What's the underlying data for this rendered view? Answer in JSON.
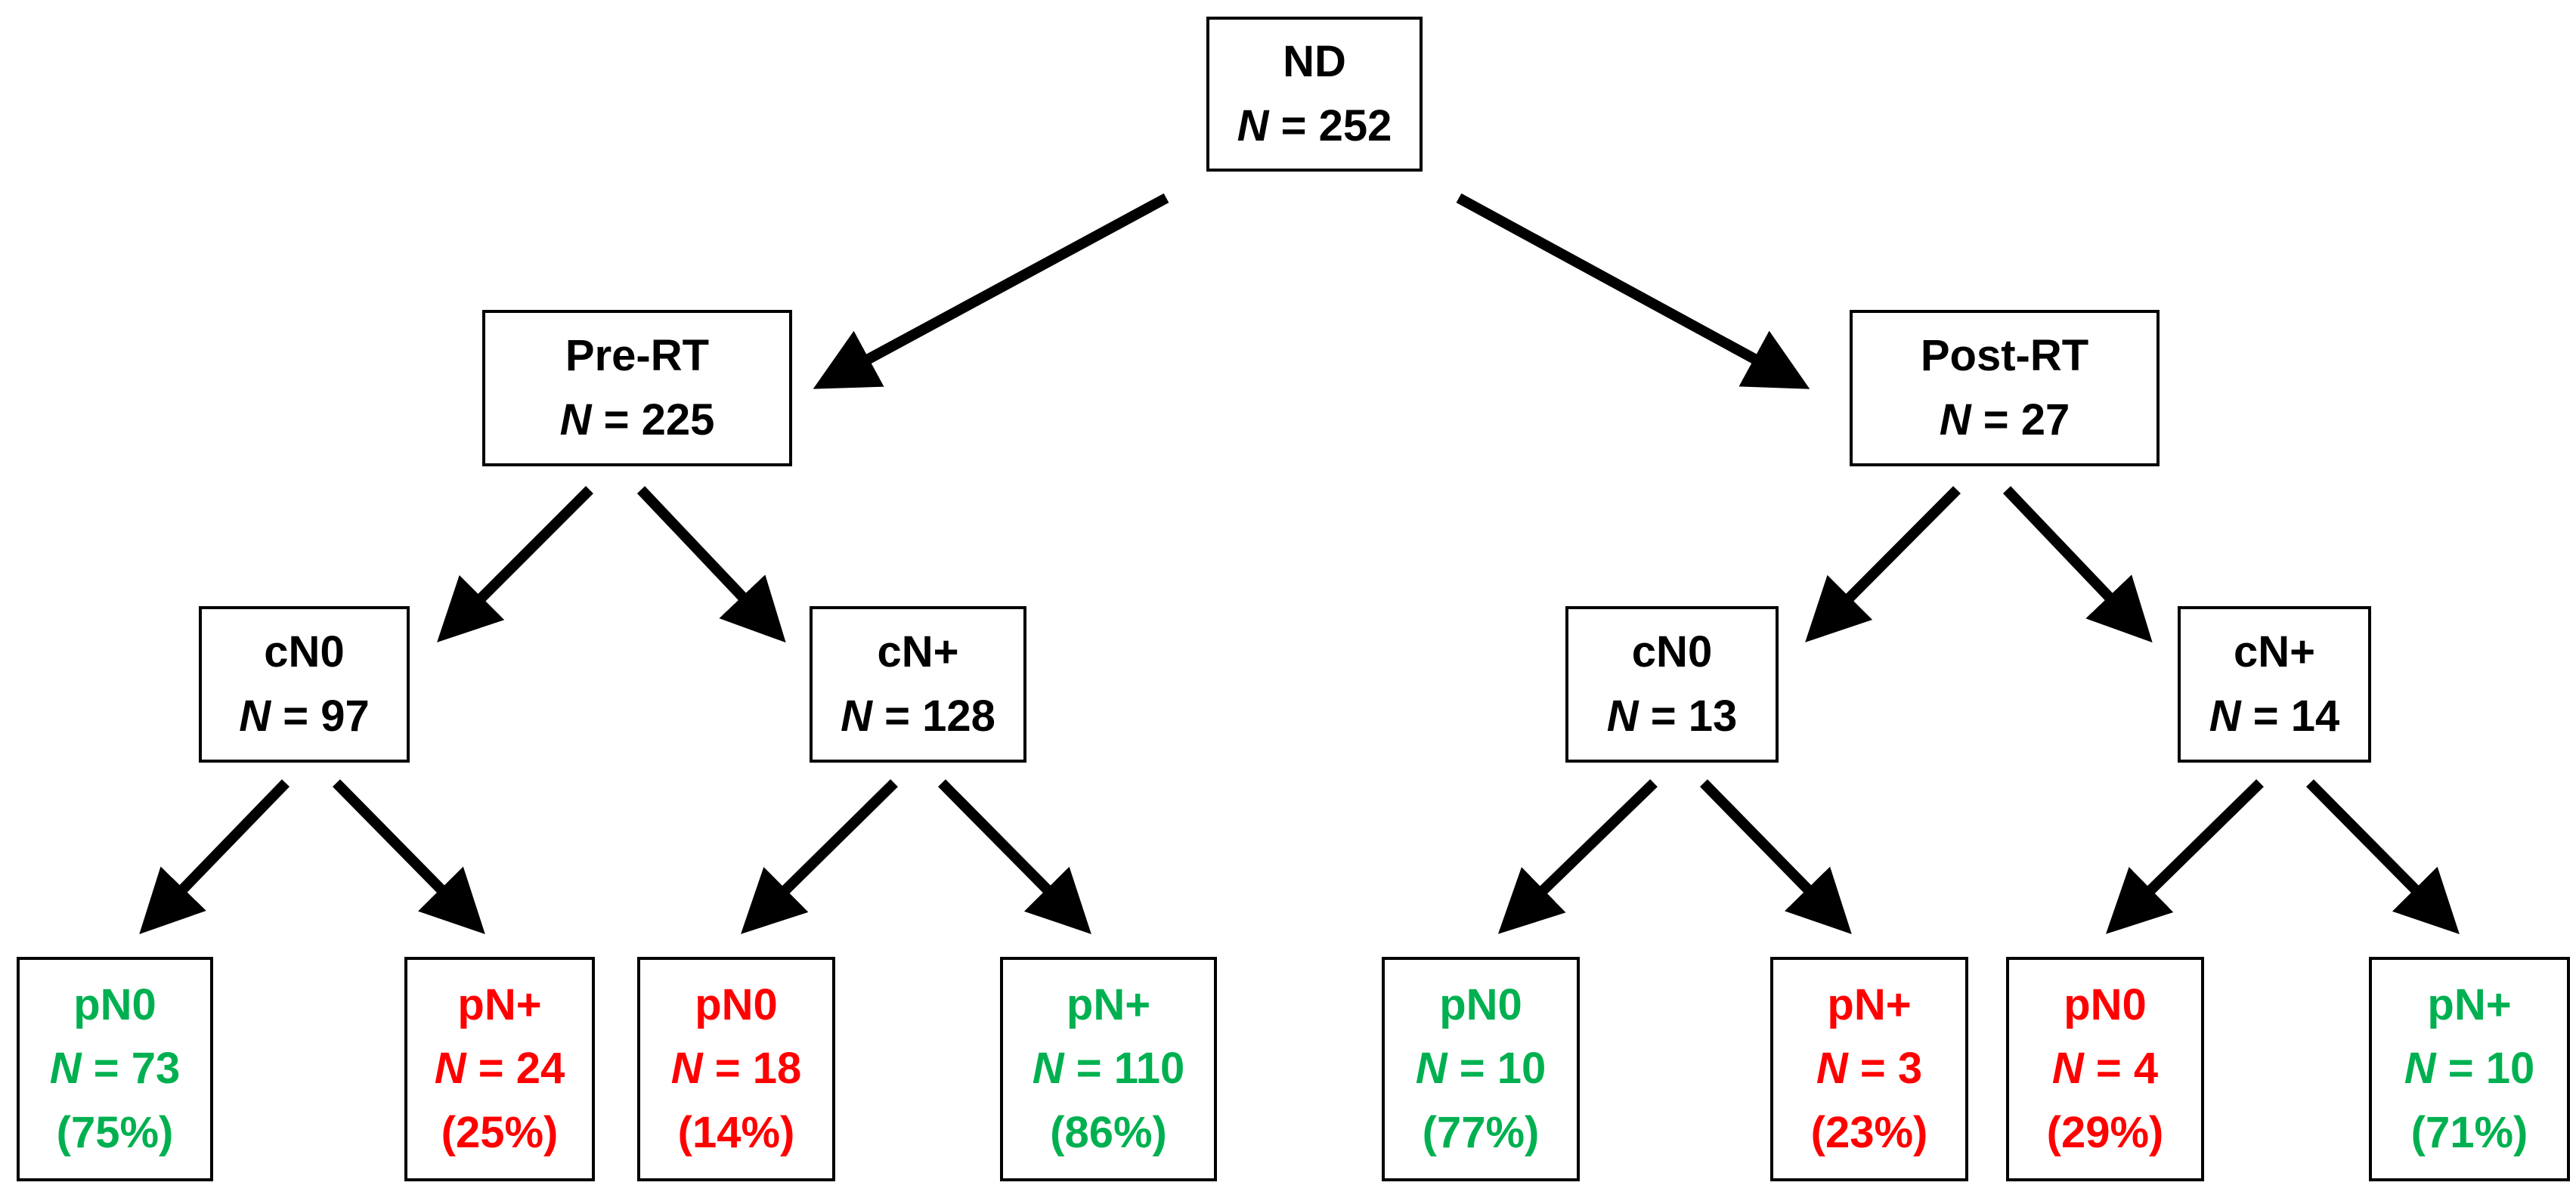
{
  "tree": {
    "root": {
      "label": "ND",
      "n_prefix": "N",
      "n_value": "= 252"
    },
    "level1": [
      {
        "label": "Pre-RT",
        "n_prefix": "N",
        "n_value": "= 225"
      },
      {
        "label": "Post-RT",
        "n_prefix": "N",
        "n_value": "= 27"
      }
    ],
    "level2": [
      {
        "parent": "Pre-RT",
        "label": "cN0",
        "n_prefix": "N",
        "n_value": "= 97"
      },
      {
        "parent": "Pre-RT",
        "label": "cN+",
        "n_prefix": "N",
        "n_value": "= 128"
      },
      {
        "parent": "Post-RT",
        "label": "cN0",
        "n_prefix": "N",
        "n_value": "= 13"
      },
      {
        "parent": "Post-RT",
        "label": "cN+",
        "n_prefix": "N",
        "n_value": "= 14"
      }
    ],
    "leaves": [
      {
        "label": "pN0",
        "n_prefix": "N",
        "n_value": "= 73",
        "percent": "(75%)",
        "status": "concordant"
      },
      {
        "label": "pN+",
        "n_prefix": "N",
        "n_value": "= 24",
        "percent": "(25%)",
        "status": "discordant"
      },
      {
        "label": "pN0",
        "n_prefix": "N",
        "n_value": "= 18",
        "percent": "(14%)",
        "status": "discordant"
      },
      {
        "label": "pN+",
        "n_prefix": "N",
        "n_value": "= 110",
        "percent": "(86%)",
        "status": "concordant"
      },
      {
        "label": "pN0",
        "n_prefix": "N",
        "n_value": "= 10",
        "percent": "(77%)",
        "status": "concordant"
      },
      {
        "label": "pN+",
        "n_prefix": "N",
        "n_value": "= 3",
        "percent": "(23%)",
        "status": "discordant"
      },
      {
        "label": "pN0",
        "n_prefix": "N",
        "n_value": "= 4",
        "percent": "(29%)",
        "status": "discordant"
      },
      {
        "label": "pN+",
        "n_prefix": "N",
        "n_value": "= 10",
        "percent": "(71%)",
        "status": "concordant"
      }
    ]
  },
  "colors": {
    "concordant": "#00b050",
    "discordant": "#ff0000",
    "neutral": "#000000",
    "arrow": "#000000"
  }
}
